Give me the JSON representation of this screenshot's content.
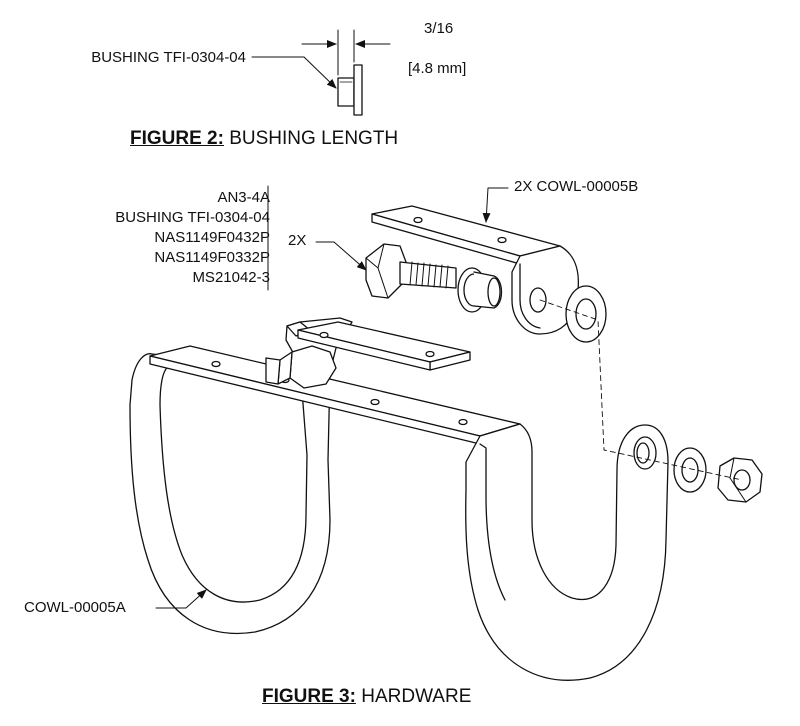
{
  "figure2": {
    "caption_prefix": "FIGURE 2:",
    "caption_text": " BUSHING LENGTH",
    "bushing_label": "BUSHING TFI-0304-04",
    "dimension_in": "3/16",
    "dimension_mm": "[4.8 mm]"
  },
  "figure3": {
    "caption_prefix": "FIGURE 3:",
    "caption_text": " HARDWARE",
    "hardware_list": [
      "AN3-4A",
      "BUSHING TFI-0304-04",
      "NAS1149F0432P",
      "NAS1149F0332P",
      "MS21042-3"
    ],
    "qty_label": "2X",
    "bracket_label": "2X COWL-00005B",
    "cowl_label": "COWL-00005A"
  }
}
